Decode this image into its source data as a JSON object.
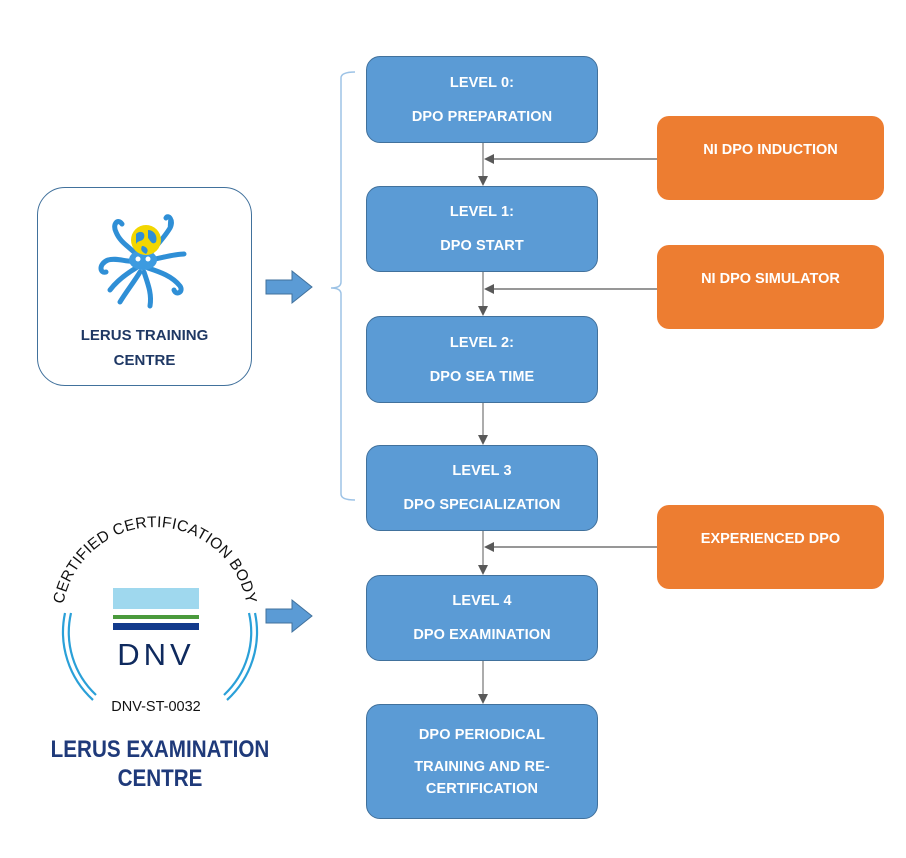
{
  "training_centre": {
    "logo_icon": "octopus-globe-logo",
    "title_line1": "LERUS TRAINING",
    "title_line2": "CENTRE"
  },
  "examination_centre": {
    "seal_arc_text": "CERTIFIED CERTIFICATION BODY",
    "brand": "DNV",
    "standard": "DNV-ST-0032",
    "title_line1": "LERUS EXAMINATION",
    "title_line2": "CENTRE",
    "colors": {
      "light_blue_bar": "#9fd8ee",
      "green_bar": "#4a9a3c",
      "navy_bar": "#123a8c",
      "ring": "#2aa0d8"
    }
  },
  "levels": [
    {
      "line1": "LEVEL 0:",
      "line2": "DPO PREPARATION"
    },
    {
      "line1": "LEVEL 1:",
      "line2": "DPO START"
    },
    {
      "line1": "LEVEL 2:",
      "line2": "DPO SEA TIME"
    },
    {
      "line1": "LEVEL 3",
      "line2": "DPO SPECIALIZATION"
    },
    {
      "line1": "LEVEL 4",
      "line2": "DPO EXAMINATION"
    },
    {
      "line1": "DPO PERIODICAL",
      "line2": "TRAINING AND RE-",
      "line3": "CERTIFICATION"
    }
  ],
  "entry_points": [
    {
      "label": "NI DPO INDUCTION",
      "joins_before": "LEVEL 1"
    },
    {
      "label": "NI DPO SIMULATOR",
      "joins_before": "LEVEL 2"
    },
    {
      "label": "EXPERIENCED DPO",
      "joins_before": "LEVEL 4"
    }
  ],
  "colors": {
    "level_box": "#5b9bd5",
    "level_border": "#41719c",
    "entry_box": "#ed7d31",
    "connector": "#595959",
    "bracket": "#9dc3e6",
    "big_arrow": "#5b9bd5"
  }
}
